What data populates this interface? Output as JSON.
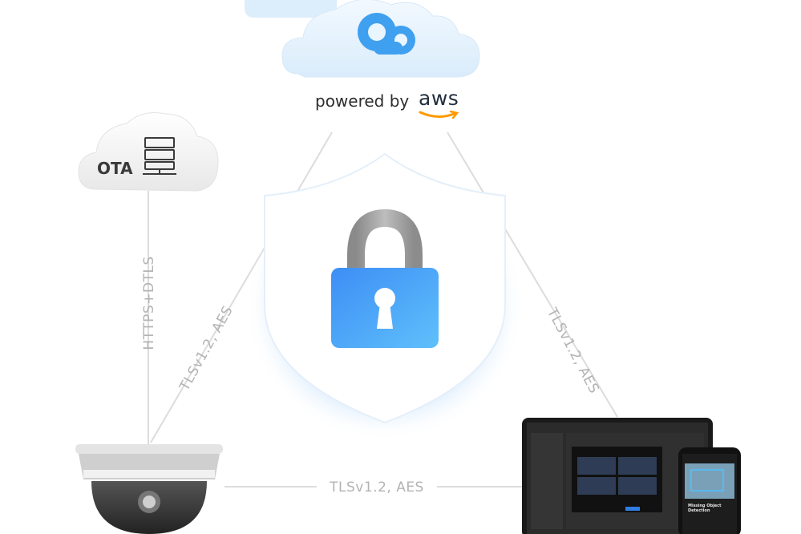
{
  "cloud": {
    "brand_prefix": "powered by",
    "brand_name": "aws",
    "icon": "cloud-logo-icon"
  },
  "ota": {
    "label": "OTA",
    "icon": "server-icon"
  },
  "security": {
    "icon": "padlock-shield-icon"
  },
  "connections": {
    "ota_camera": "HTTPS+DTLS",
    "cloud_camera": "TLSv1.2, AES",
    "cloud_app": "TLSv1.2, AES",
    "camera_app": "TLSv1.2, AES"
  },
  "devices": {
    "camera": {
      "icon": "dome-camera-icon"
    },
    "app": {
      "icon": "tablet-phone-app-icon",
      "phone_title": "Missing Object Detection"
    }
  },
  "colors": {
    "accent_blue": "#4aa3f5",
    "line_gray": "#d9d9d9",
    "aws_orange": "#ff9900"
  }
}
